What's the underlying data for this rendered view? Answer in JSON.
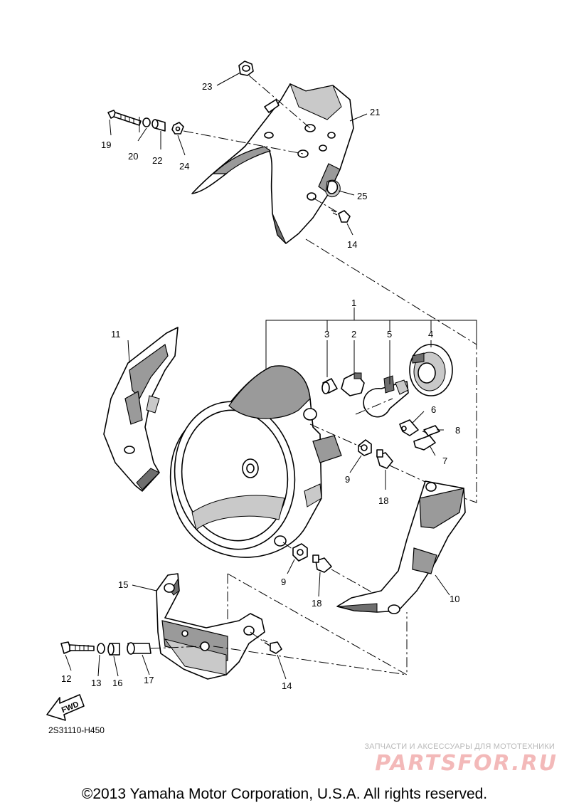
{
  "diagram_code": "2S31110-H450",
  "fwd_label": "FWD",
  "callouts": {
    "c1": "1",
    "c2": "2",
    "c3": "3",
    "c4": "4",
    "c5": "5",
    "c6": "6",
    "c7": "7",
    "c8": "8",
    "c9a": "9",
    "c9b": "9",
    "c10": "10",
    "c11": "11",
    "c12": "12",
    "c13": "13",
    "c14a": "14",
    "c14b": "14",
    "c15": "15",
    "c16": "16",
    "c17": "17",
    "c18a": "18",
    "c18b": "18",
    "c19": "19",
    "c20": "20",
    "c21": "21",
    "c22": "22",
    "c23": "23",
    "c24": "24",
    "c25": "25"
  },
  "watermark": {
    "tagline": "ЗАПЧАСТИ И АКСЕССУАРЫ ДЛЯ МОТОТЕХНИКИ",
    "logo": "PARTSFOR.RU"
  },
  "copyright": "©2013 Yamaha Motor Corporation, U.S.A. All rights reserved."
}
